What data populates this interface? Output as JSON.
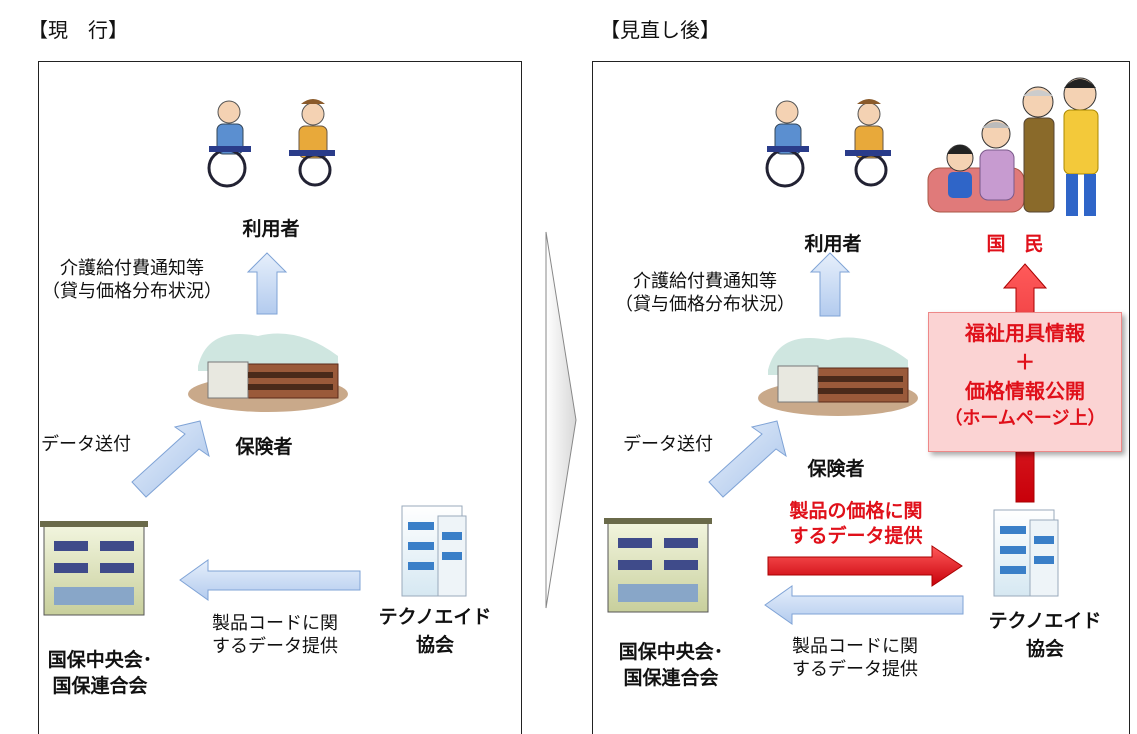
{
  "current": {
    "heading": "【現　行】",
    "user_label": "利用者",
    "notice_label_1": "介護給付費通知等",
    "notice_label_2": "（貸与価格分布状況）",
    "insurer_label": "保険者",
    "data_send_label": "データ送付",
    "kokuho_label_1": "国保中央会･",
    "kokuho_label_2": "国保連合会",
    "technoaid_label_1": "テクノエイド",
    "technoaid_label_2": "協会",
    "code_label_1": "製品コードに関",
    "code_label_2": "するデータ提供"
  },
  "revised": {
    "heading": "【見直し後】",
    "user_label": "利用者",
    "public_label": "国　民",
    "notice_label_1": "介護給付費通知等",
    "notice_label_2": "（貸与価格分布状況）",
    "insurer_label": "保険者",
    "data_send_label": "データ送付",
    "kokuho_label_1": "国保中央会･",
    "kokuho_label_2": "国保連合会",
    "technoaid_label_1": "テクノエイド",
    "technoaid_label_2": "協会",
    "code_label_1": "製品コードに関",
    "code_label_2": "するデータ提供",
    "price_label_1": "製品の価格に関",
    "price_label_2": "するデータ提供",
    "info_box": {
      "line1": "福祉用具情報",
      "line2": "＋",
      "line3": "価格情報公開",
      "line4": "（ホームページ上）"
    }
  },
  "colors": {
    "blue_arrow": "#bcd3f2",
    "red_arrow": "#e0101a",
    "red_text": "#e0101a",
    "info_box_bg": "#fbd3d3"
  }
}
